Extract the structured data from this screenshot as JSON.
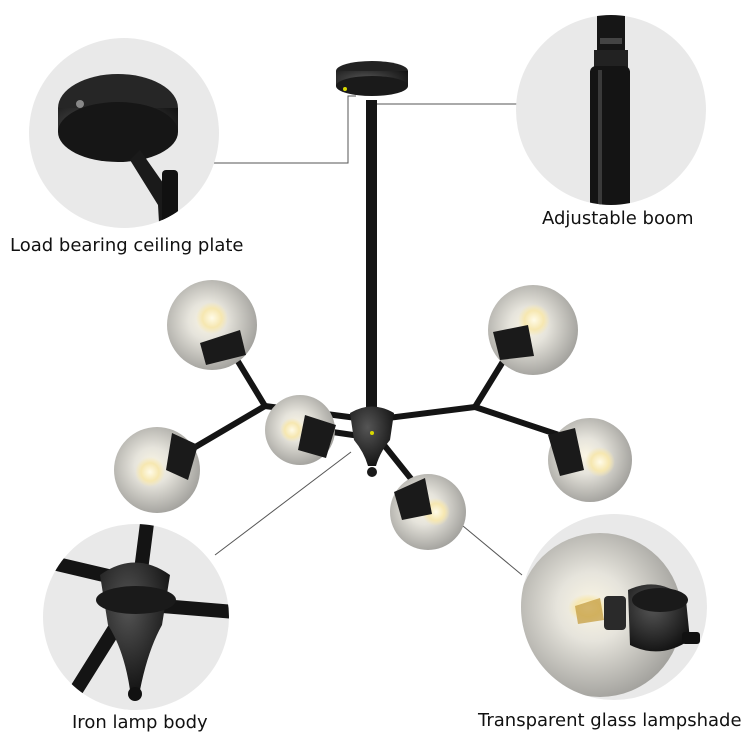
{
  "callouts": {
    "ceiling_plate": "Load bearing ceiling plate",
    "adjustable_boom": "Adjustable boom",
    "lamp_body": "Iron lamp body",
    "glass_shade": "Transparent glass lampshade"
  },
  "colors": {
    "metal": "#1a1a1a",
    "detail_bg": "#e9e9e9",
    "leader_line": "#555555",
    "glass": "#c9c9c6",
    "bulb_glow": "#f6e7b0"
  }
}
